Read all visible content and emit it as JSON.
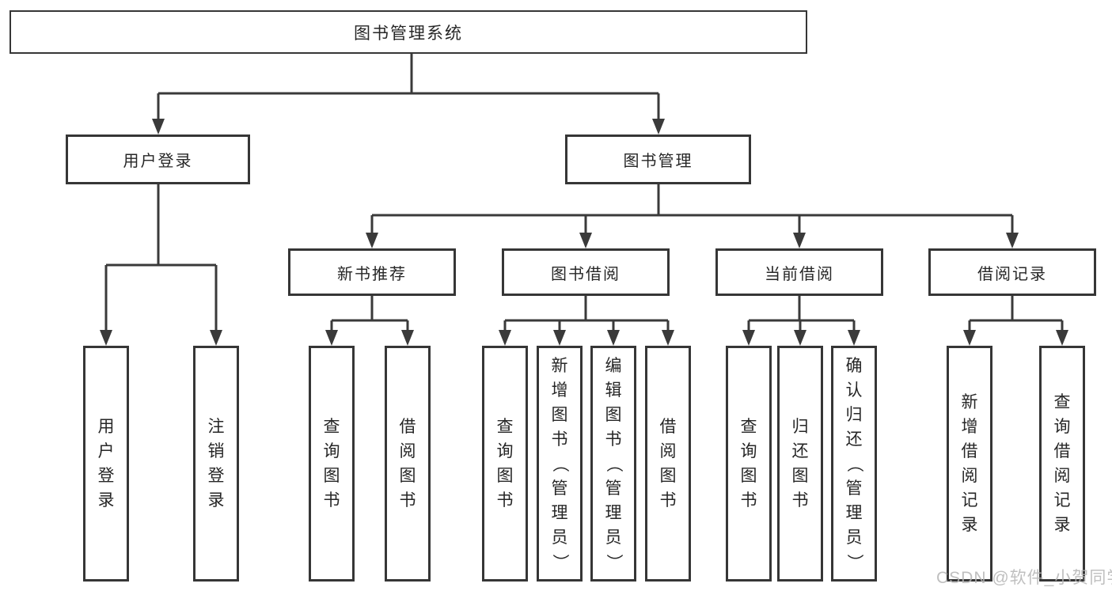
{
  "tree": {
    "label": "图书管理系统",
    "children": [
      {
        "label": "用户登录",
        "children": [
          {
            "label": "用户登录"
          },
          {
            "label": "注销登录"
          }
        ]
      },
      {
        "label": "图书管理",
        "children": [
          {
            "label": "新书推荐",
            "children": [
              {
                "label": "查询图书"
              },
              {
                "label": "借阅图书"
              }
            ]
          },
          {
            "label": "图书借阅",
            "children": [
              {
                "label": "查询图书"
              },
              {
                "label": "新增图书（管理员）"
              },
              {
                "label": "编辑图书（管理员）"
              },
              {
                "label": "借阅图书"
              }
            ]
          },
          {
            "label": "当前借阅",
            "children": [
              {
                "label": "查询图书"
              },
              {
                "label": "归还图书"
              },
              {
                "label": "确认归还（管理员）"
              }
            ]
          },
          {
            "label": "借阅记录",
            "children": [
              {
                "label": "新增借阅记录"
              },
              {
                "label": "查询借阅记录"
              }
            ]
          }
        ]
      }
    ]
  },
  "watermark": {
    "text": "CSDN @软件_小贺同学"
  },
  "colors": {
    "line": "#3a3a3a",
    "box_border": "#363636",
    "text": "#262626",
    "watermark": "#b5b5b5",
    "background": "#ffffff"
  }
}
